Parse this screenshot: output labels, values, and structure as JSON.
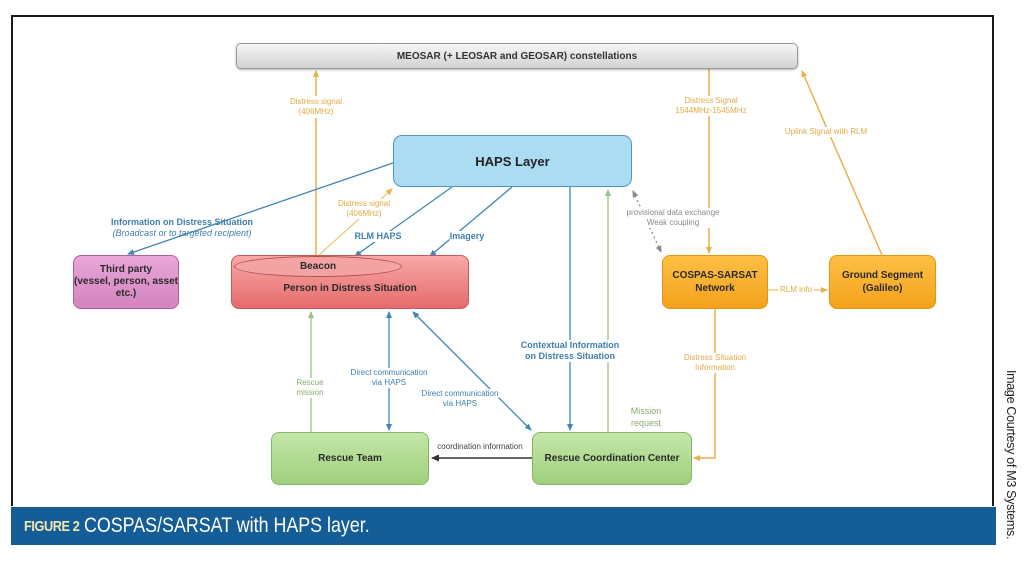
{
  "nodes": {
    "meosar": "MEOSAR (+ LEOSAR and GEOSAR) constellations",
    "haps": "HAPS Layer",
    "third_party": [
      "Third party",
      "(vessel, person, asset",
      "etc.)"
    ],
    "person": "Person in Distress Situation",
    "beacon": "Beacon",
    "cospas": [
      "COSPAS-SARSAT",
      "Network"
    ],
    "ground": [
      "Ground Segment",
      "(Galileo)"
    ],
    "rescue_team": "Rescue Team",
    "rcc": "Rescue Coordination Center"
  },
  "edge_labels": {
    "distress_406_top": [
      "Distress signal",
      "(406MHz)"
    ],
    "distress_406_haps": [
      "Distress signal",
      "(406MHz)"
    ],
    "distress_l_band": [
      "Distress Signal",
      "1544MHz-1545MHz"
    ],
    "uplink": "Uplink Signal with RLM",
    "info_distress": "Information on Distress Situation",
    "info_distress_sub": "(Broadcast or to targeted recipient)",
    "rlm_haps": "RLM HAPS",
    "imagery": "Imagery",
    "provisional": [
      "provisional data exchange",
      "Weak coupling"
    ],
    "rlm_info": "RLM info",
    "distress_situation_info": [
      "Distress Situation",
      "Information"
    ],
    "contextual": [
      "Contextual Information",
      "on Distress Situation"
    ],
    "direct_comm_1": [
      "Direct communication",
      "via HAPS"
    ],
    "direct_comm_2": [
      "Direct communication",
      "via HAPS"
    ],
    "rescue_mission": [
      "Rescue",
      "mission"
    ],
    "mission_request": [
      "Mission",
      "request"
    ],
    "coordination": "coordination information"
  },
  "colors": {
    "orange_edge": "#e8b04a",
    "blue_edge": "#3f86b5",
    "green_edge": "#9cc383",
    "gray_edge": "#8a8a8a",
    "dark_edge": "#333333",
    "caption_band": "#155d97"
  },
  "caption": {
    "figure_number": "FIGURE 2",
    "title": "COSPAS/SARSAT with HAPS layer."
  },
  "credit": "Image Courtesy of M3 Systems."
}
